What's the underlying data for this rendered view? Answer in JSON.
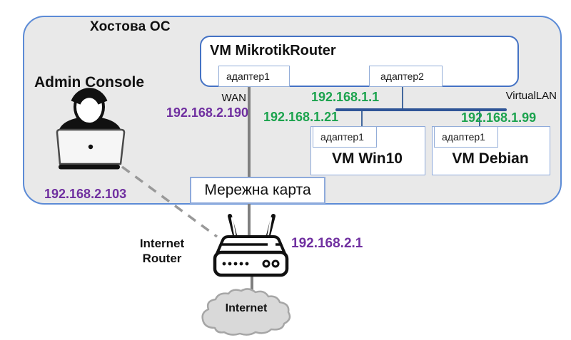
{
  "host": {
    "title": "Хостова ОС"
  },
  "admin_console": {
    "label": "Admin Console",
    "ip": "192.168.2.103"
  },
  "mikrotik": {
    "title": "VM MikrotikRouter",
    "adapter1": "адаптер1",
    "adapter2": "адаптер2"
  },
  "wan": {
    "label": "WAN",
    "ip": "192.168.2.190"
  },
  "vlan": {
    "label": "VirtualLAN",
    "gateway_ip": "192.168.1.1"
  },
  "vm_win10": {
    "title": "VM Win10",
    "adapter": "адаптер1",
    "ip": "192.168.1.21"
  },
  "vm_debian": {
    "title": "VM Debian",
    "adapter": "адаптер1",
    "ip": "192.168.1.99"
  },
  "nic": {
    "label": "Мережна карта"
  },
  "internet_router": {
    "label_line1": "Internet",
    "label_line2": "Router",
    "ip": "192.168.2.1"
  },
  "internet_cloud": {
    "label": "Internet"
  },
  "colors": {
    "lan_ip": "#7030A0",
    "vlan_ip": "#1CA34E",
    "vlan_bus": "#2F5597",
    "host_fill": "#E9E9E9",
    "host_border": "#5C8BD6",
    "mikrotik_border": "#4472C4",
    "box_border": "#8EAADB",
    "wan_line": "#7F7F7F",
    "cloud_fill": "#D9D9D9"
  }
}
